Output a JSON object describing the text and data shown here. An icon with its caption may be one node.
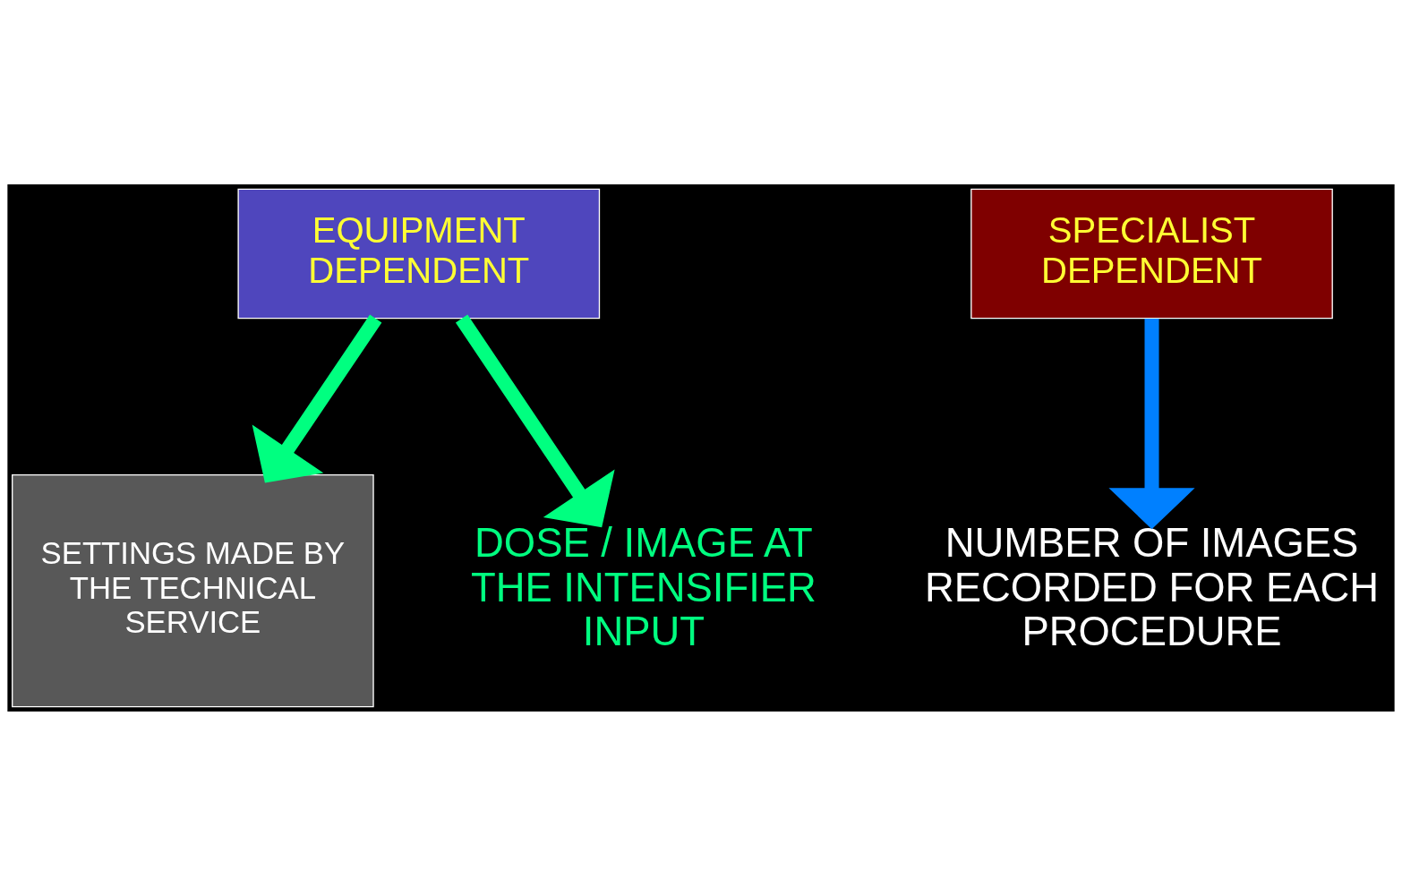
{
  "diagram": {
    "nodes": [
      {
        "text": [
          "EQUIPMENT DEPENDENT"
        ]
      },
      {
        "text": [
          "SPECIALIST DEPENDENT"
        ]
      },
      {
        "text": [
          "SETTINGS MADE BY THE TECHNICAL SERVICE"
        ]
      },
      {
        "text": [
          "DOSE / IMAGE AT THE INTENSIFIER INPUT"
        ]
      },
      {
        "text": [
          "NUMBER OF IMAGES RECORDED FOR EACH PROCEDURE"
        ]
      }
    ],
    "edges": [
      {
        "from": 0,
        "to": 2,
        "arrow": "to"
      },
      {
        "from": 0,
        "to": 3,
        "arrow": "to"
      },
      {
        "from": 1,
        "to": 4,
        "arrow": "to",
        "color": "#0080ff"
      }
    ]
  }
}
